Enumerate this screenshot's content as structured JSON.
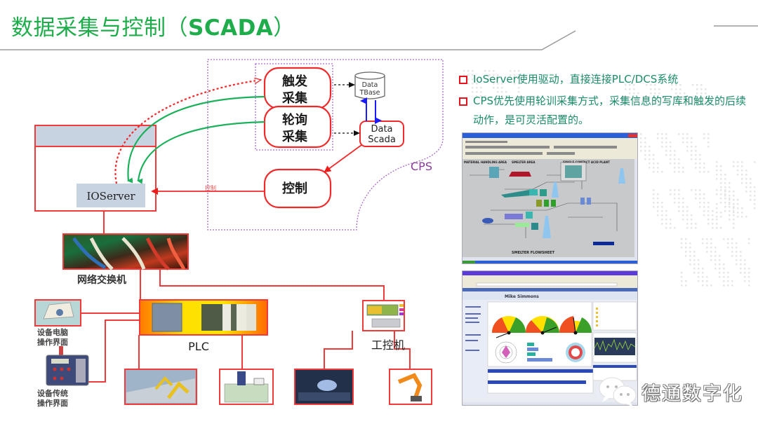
{
  "header": {
    "title_cn": "数据采集与控制（",
    "title_en": "SCADA",
    "title_close": "）"
  },
  "colors": {
    "title_green": "#1fad4b",
    "bullet_text": "#1b8b6a",
    "accent_red": "#e8141b",
    "arrow_green": "#1bb05a",
    "arrow_blue": "#1a1aff",
    "cps_purple": "#8a3d9c"
  },
  "diagram": {
    "ioserver_label": "IOServer",
    "control_edge_label": "控制",
    "trigger_node": [
      "触发",
      "采集"
    ],
    "polling_node": [
      "轮询",
      "采集"
    ],
    "control_node": "控制",
    "database_node": [
      "Data",
      "TBase"
    ],
    "datascada_node": [
      "Data",
      "Scada"
    ],
    "cps_label": "CPS",
    "switch_label": "网络交换机",
    "plc_label": "PLC",
    "ipc_label": "工控机",
    "device_pc_label": [
      "设备电脑",
      "操作界面"
    ],
    "device_traditional_label": [
      "设备传统",
      "操作界面"
    ]
  },
  "bullets": [
    {
      "icon": "hollow-square-bullet",
      "text": "IoServer使用驱动，直接连接PLC/DCS系统"
    },
    {
      "icon": "hollow-square-bullet",
      "text": "CPS优先使用轮训采集方式，采集信息的写库和触发的后续动作，是可灵活配置的。"
    }
  ],
  "screenshots": {
    "flowsheet_caption": "SMELTER FLOWSHEET",
    "flowsheet_sections": [
      "MATERIAL HANDLING AREA",
      "SMELTER AREA",
      "SINGLE CONTACT ACID PLANT"
    ],
    "dashboard_user": "Mike Simmons"
  },
  "watermark": {
    "text": "德通数字化",
    "icon": "wechat-icon"
  }
}
